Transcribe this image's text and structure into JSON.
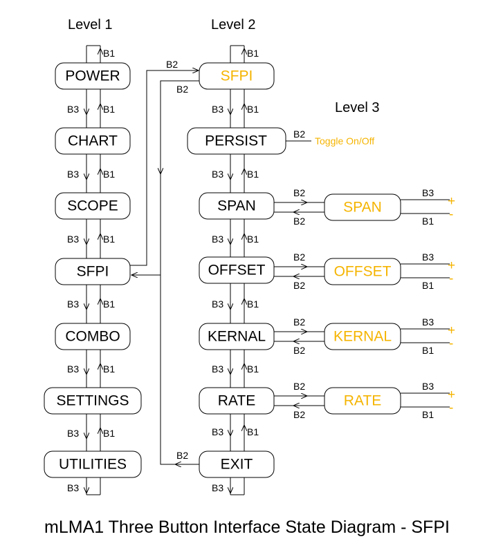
{
  "diagram": {
    "title": "mLMA1 Three Button Interface State Diagram - SFPI",
    "accent_color": "#f5b400",
    "headers": {
      "level1": "Level 1",
      "level2": "Level 2",
      "level3": "Level 3"
    },
    "level1": [
      "POWER",
      "CHART",
      "SCOPE",
      "SFPI",
      "COMBO",
      "SETTINGS",
      "UTILITIES"
    ],
    "level2": [
      "SFPI",
      "PERSIST",
      "SPAN",
      "OFFSET",
      "KERNAL",
      "RATE",
      "EXIT"
    ],
    "level3": [
      "SPAN",
      "OFFSET",
      "KERNAL",
      "RATE"
    ],
    "toggle_label": "Toggle On/Off",
    "buttons": {
      "b1": "B1",
      "b2": "B2",
      "b3": "B3"
    },
    "signs": {
      "plus": "+",
      "minus": "-"
    }
  }
}
